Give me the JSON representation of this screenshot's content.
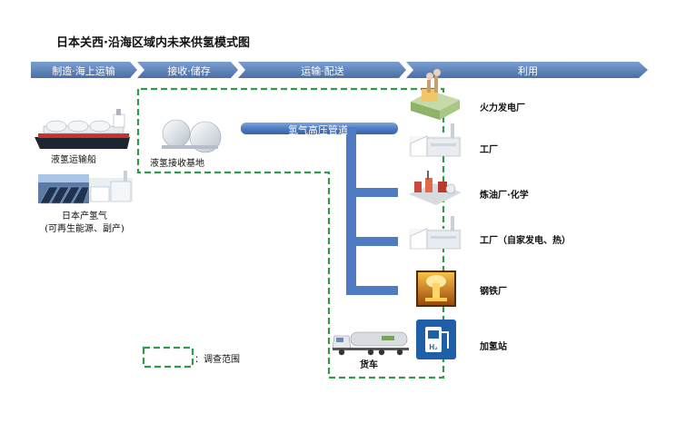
{
  "title": "日本关西·沿海区域内未来供氢模式图",
  "stages": [
    {
      "label": "制造·海上运输"
    },
    {
      "label": "接收·储存"
    },
    {
      "label": "运输·配送"
    },
    {
      "label": "利用"
    }
  ],
  "sources": {
    "ship_label": "液氢运输船",
    "domestic_label_line1": "日本产氢气",
    "domestic_label_line2": "(可再生能源、副产)"
  },
  "receiving": {
    "base_label": "液氢接收基地"
  },
  "pipeline": {
    "label": "氢气高压管道"
  },
  "truck": {
    "label": "货车"
  },
  "users": [
    {
      "label": "火力发电厂",
      "icon": "power-plant-icon"
    },
    {
      "label": "工厂",
      "icon": "factory-icon"
    },
    {
      "label": "炼油厂·化学",
      "icon": "refinery-icon"
    },
    {
      "label": "工厂（自家发电、热）",
      "icon": "factory-icon"
    },
    {
      "label": "钢铁厂",
      "icon": "steel-mill-icon"
    },
    {
      "label": "加氢站",
      "icon": "hydrogen-station-icon"
    }
  ],
  "legend": {
    "label": "：调查范围"
  },
  "colors": {
    "stage_arrow": "#5a7fb5",
    "pipe": "#4f7bc3",
    "dashed_scope": "#2e9a4a",
    "station_blue": "#1f5fa8"
  }
}
